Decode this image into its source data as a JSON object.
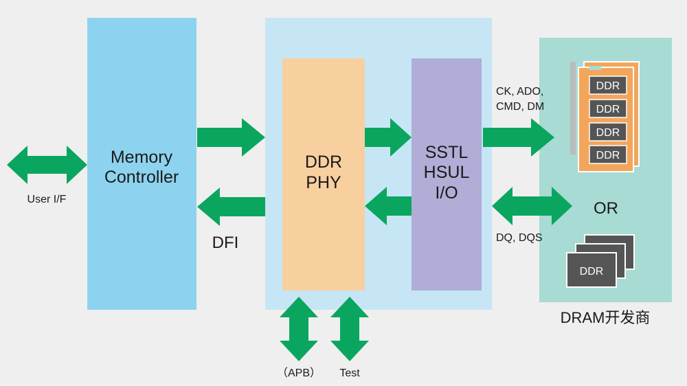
{
  "colors": {
    "background": "#efefef",
    "memory_controller": "#8dd3ef",
    "phy_region": "#c6e6f5",
    "ddr_phy": "#f8cf9e",
    "sstl_io": "#b0add6",
    "dram_region": "#a7dbd3",
    "arrow": "#0aa65f",
    "module_board": "#f3a65b",
    "chip": "#555555"
  },
  "blocks": {
    "memory_controller": [
      "Memory",
      "Controller"
    ],
    "ddr_phy": [
      "DDR",
      "PHY"
    ],
    "sstl_io": [
      "SSTL",
      "HSUL",
      "I/O"
    ]
  },
  "labels": {
    "user_if": "User I/F",
    "dfi": "DFI",
    "ck_line1": "CK, ADO,",
    "ck_line2": "CMD, DM",
    "dq_dqs": "DQ, DQS",
    "apb": "（APB）",
    "test": "Test",
    "or": "OR",
    "dram_vendor": "DRAM开发商"
  },
  "dram": {
    "module_chips": [
      "DDR",
      "DDR",
      "DDR",
      "DDR"
    ],
    "package_chip": "DDR"
  },
  "icons": {
    "bidirectional": "double-arrow-icon",
    "right": "right-arrow-icon",
    "left": "left-arrow-icon",
    "vertical": "vertical-double-arrow-icon",
    "module": "memory-module-icon",
    "package": "chip-stack-icon"
  }
}
